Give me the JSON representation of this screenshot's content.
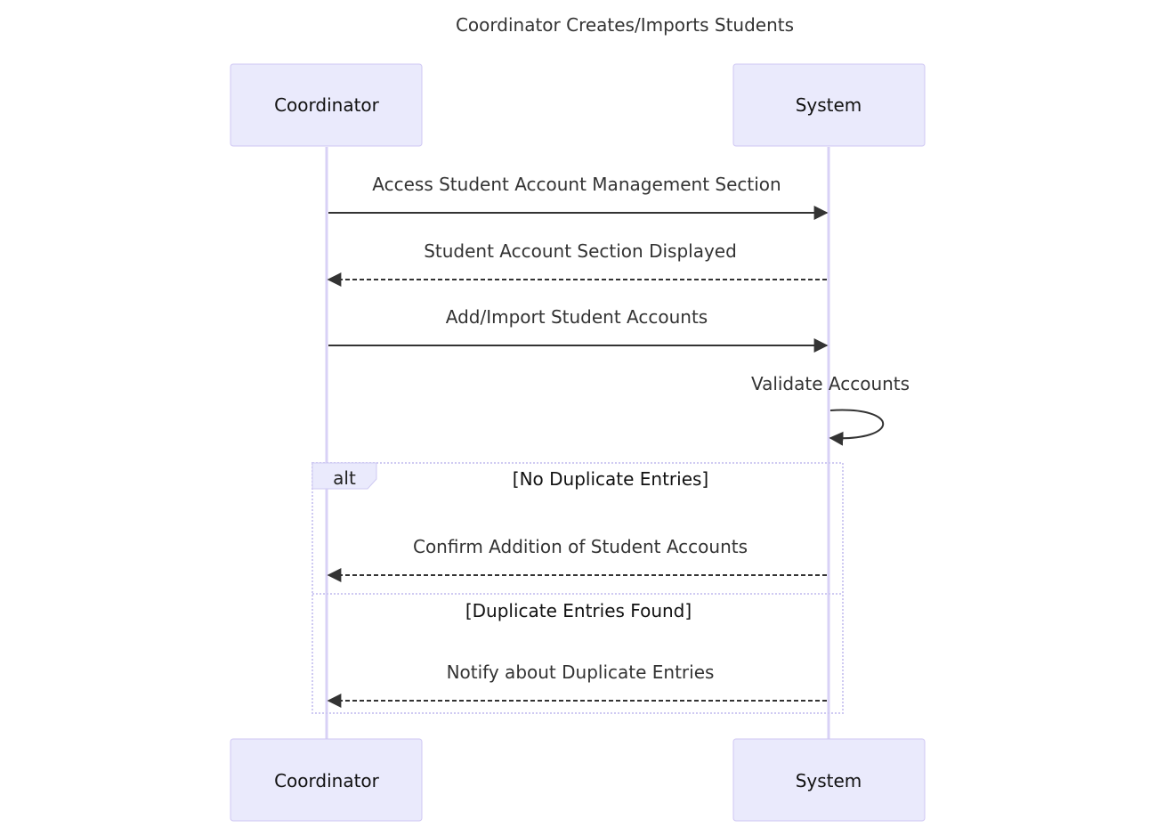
{
  "title": "Coordinator Creates/Imports Students",
  "actors": {
    "coordinator": "Coordinator",
    "system": "System"
  },
  "messages": [
    {
      "id": "access-section",
      "from": "coordinator",
      "to": "system",
      "label": "Access Student Account Management Section",
      "style": "solid"
    },
    {
      "id": "section-displayed",
      "from": "system",
      "to": "coordinator",
      "label": "Student Account Section Displayed",
      "style": "dashed"
    },
    {
      "id": "add-import",
      "from": "coordinator",
      "to": "system",
      "label": "Add/Import Student Accounts",
      "style": "solid"
    },
    {
      "id": "validate",
      "from": "system",
      "to": "system",
      "label": "Validate Accounts",
      "style": "solid"
    }
  ],
  "alt": {
    "label": "alt",
    "branches": [
      {
        "condition": "[No Duplicate Entries]",
        "message": {
          "id": "confirm-addition",
          "from": "system",
          "to": "coordinator",
          "label": "Confirm Addition of Student Accounts",
          "style": "dashed"
        }
      },
      {
        "condition": "[Duplicate Entries Found]",
        "message": {
          "id": "notify-duplicates",
          "from": "system",
          "to": "coordinator",
          "label": "Notify about Duplicate Entries",
          "style": "dashed"
        }
      }
    ]
  },
  "colors": {
    "actor_fill": "#eaeafc",
    "actor_stroke": "#cfc7f3",
    "lifeline": "#d8d1f6",
    "arrow": "#333333"
  }
}
